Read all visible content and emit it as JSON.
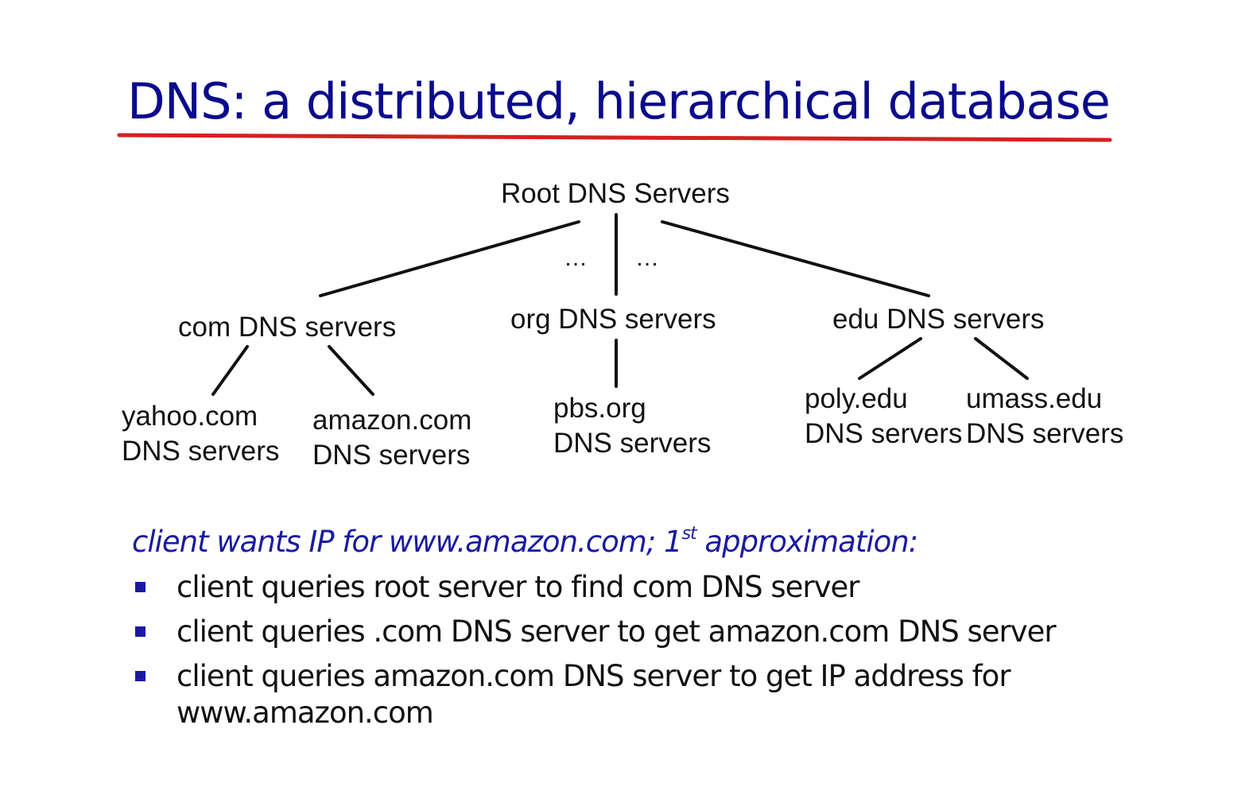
{
  "title": "DNS: a distributed, hierarchical database",
  "colors": {
    "title": "#0a0a8c",
    "underline": "#d42020",
    "text": "#111111",
    "accent": "#1a1aa0"
  },
  "tree": {
    "root": "Root DNS Servers",
    "ellipsis_left": "…",
    "ellipsis_right": "…",
    "tlds": {
      "com": "com DNS servers",
      "org": "org DNS servers",
      "edu": "edu DNS servers"
    },
    "leaves": {
      "yahoo": {
        "line1": "yahoo.com",
        "line2": "DNS servers"
      },
      "amazon": {
        "line1": "amazon.com",
        "line2": "DNS servers"
      },
      "pbs": {
        "line1": "pbs.org",
        "line2": "DNS servers"
      },
      "poly": {
        "line1": "poly.edu",
        "line2": "DNS servers"
      },
      "umass": {
        "line1": "umass.edu",
        "line2": "DNS servers"
      }
    }
  },
  "approximation": {
    "before": "client wants IP for www.amazon.com; 1",
    "sup": "st",
    "after": " approximation:"
  },
  "bullets": [
    "client queries root server to find com DNS server",
    "client queries .com DNS server to get amazon.com DNS server",
    "client queries amazon.com DNS server to get  IP address for www.amazon.com"
  ]
}
